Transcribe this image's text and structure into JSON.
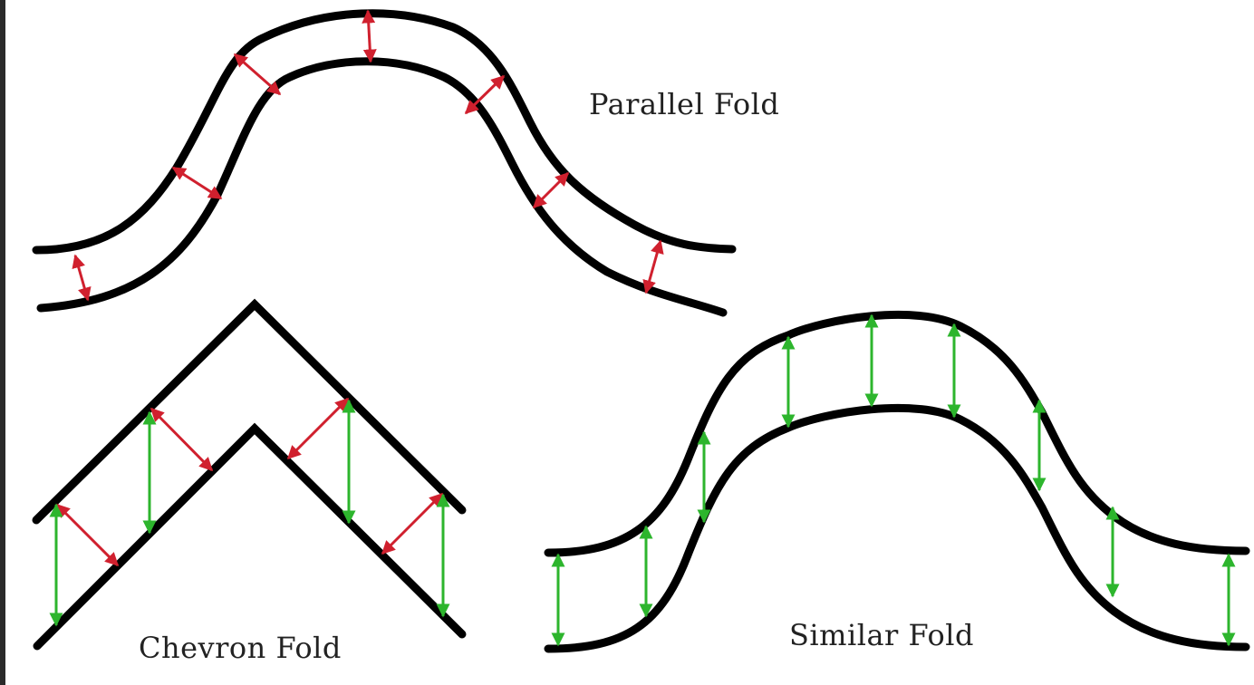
{
  "labels": {
    "parallel": "Parallel Fold",
    "chevron": "Chevron Fold",
    "similar": "Similar Fold"
  },
  "colors": {
    "layer": "#000000",
    "perpendicular_arrow": "#d0202e",
    "vertical_arrow": "#2db52d",
    "background": "#ffffff"
  }
}
